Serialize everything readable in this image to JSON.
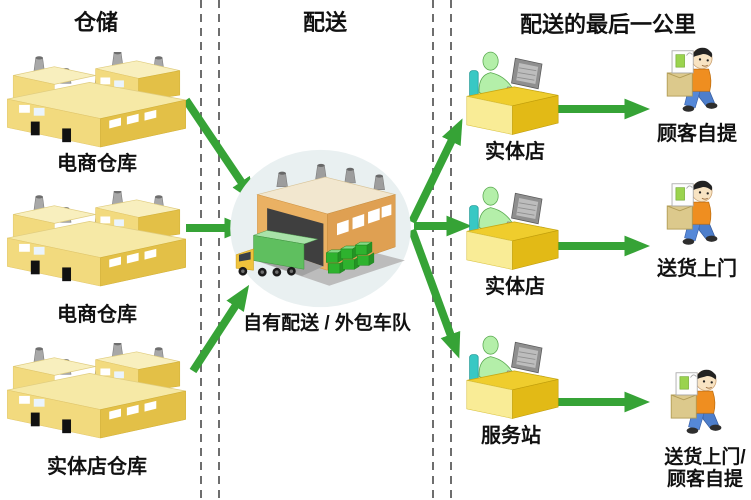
{
  "headers": {
    "col1": "仓储",
    "col2": "配送",
    "col3": "配送的最后一公里"
  },
  "warehouses": [
    {
      "label": "电商仓库"
    },
    {
      "label": "电商仓库"
    },
    {
      "label": "实体店仓库"
    }
  ],
  "hub": {
    "label": "自有配送 / 外包车队"
  },
  "stores": [
    {
      "label": "实体店"
    },
    {
      "label": "实体店"
    },
    {
      "label": "服务站"
    }
  ],
  "recipients": [
    {
      "label": "顾客自提"
    },
    {
      "label": "送货上门"
    },
    {
      "label": "送货上门/",
      "label2": "顾客自提"
    }
  ],
  "colors": {
    "arrow_green": "#36a336",
    "dashed_line": "#6e6e6e",
    "warehouse_yellow": "#f2da7e",
    "warehouse_side_yellow": "#e3c047",
    "hub_wall_tan": "#eab163",
    "hub_ellipse": "#e9f0f1",
    "desk_yellow": "#efcd2d",
    "person_green": "#b4efa9",
    "shirt_orange": "#ef8e20"
  }
}
